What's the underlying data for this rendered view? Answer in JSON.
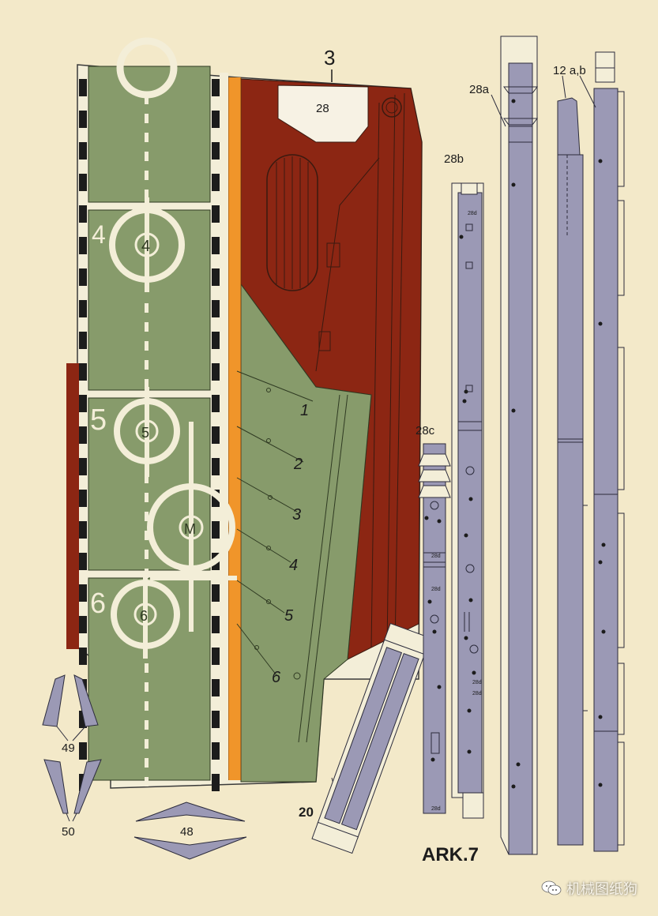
{
  "sheet": {
    "code": "ARK.7",
    "colors": {
      "paper": "#f3e9c9",
      "deck_green": "#879b6b",
      "hull_red": "#8c2613",
      "stripe_orange": "#f0952a",
      "part_grey": "#9b99b5",
      "ink": "#1c1c1c"
    }
  },
  "deck": {
    "part_number": "3",
    "elevator_label": "28",
    "spot_numbers": [
      "4",
      "5",
      "6"
    ],
    "spot_marks": [
      "4",
      "5",
      "M",
      "6"
    ],
    "fold_numbers": [
      "1",
      "2",
      "3",
      "4",
      "5",
      "6"
    ]
  },
  "parts": {
    "p28a": "28a",
    "p28b": "28b",
    "p28c": "28c",
    "p12ab": "12 a,b",
    "p20": "20",
    "p48": "48",
    "p49": "49",
    "p50": "50"
  },
  "small_marks": {
    "tag": "28d"
  },
  "watermark": {
    "text": "机械图纸狗",
    "icon": "wechat-icon"
  }
}
